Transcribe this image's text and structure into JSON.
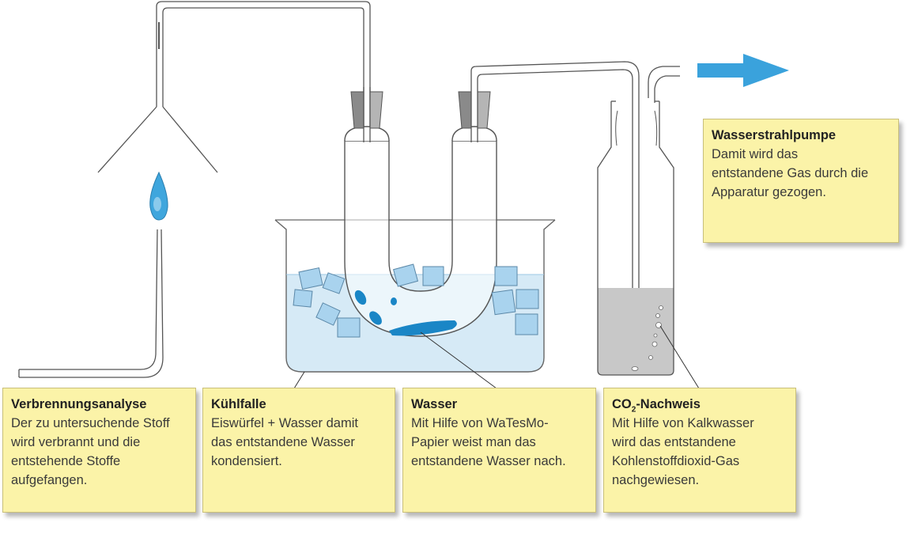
{
  "labels": {
    "verbrennung": {
      "title": "Verbrennungsanalyse",
      "lines": [
        "Der zu untersuchende Stoff",
        "wird verbrannt und die",
        "entstehende Stoffe",
        "aufgefangen."
      ]
    },
    "kuehlfalle": {
      "title": "Kühlfalle",
      "lines": [
        "Eiswürfel + Wasser damit",
        "das entstandene Wasser",
        "kondensiert."
      ]
    },
    "wasser": {
      "title": "Wasser",
      "lines": [
        "Mit Hilfe von WaTesMo-",
        "Papier weist man das",
        "entstandene Wasser nach."
      ]
    },
    "co2": {
      "title_main": "CO",
      "title_sub": "2",
      "title_rest": "-Nachweis",
      "lines": [
        "Mit Hilfe von Kalkwasser",
        "wird das entstandene",
        "Kohlenstoffdioxid-Gas",
        "nachgewiesen."
      ]
    },
    "pumpe": {
      "title": "Wasserstrahlpumpe",
      "lines": [
        "Damit wird das",
        "entstandene Gas durch die",
        "Apparatur gezogen."
      ]
    }
  },
  "colors": {
    "box_fill": "#fbf3a8",
    "water": "#d6eaf6",
    "ice": "#a9d3ee",
    "droplet": "#1a86c6",
    "flame": "#3fa6dd",
    "limewater": "#c8c8c8",
    "arrow": "#3aa2dc",
    "stopper": "#8a8a8a"
  },
  "icons": {
    "arrow": "arrow-right-icon",
    "flame": "flame-icon"
  }
}
